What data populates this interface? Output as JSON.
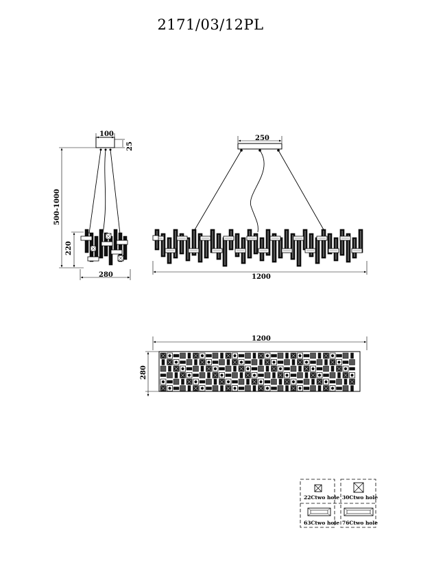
{
  "title": "2171/03/12PL",
  "side_view": {
    "canopy_width": "100",
    "canopy_height": "25",
    "drop": "500-1000",
    "body_height": "220",
    "depth": "280"
  },
  "front_view": {
    "canopy_width": "250",
    "length": "1200"
  },
  "top_view": {
    "length": "1200",
    "width": "280"
  },
  "legend": [
    {
      "label": "22Ctwo hole",
      "icon": "small-square-crystal-icon"
    },
    {
      "label": "30Ctwo hole",
      "icon": "large-square-crystal-icon"
    },
    {
      "label": "63Ctwo hole",
      "icon": "short-bar-crystal-icon"
    },
    {
      "label": "76Ctwo hole",
      "icon": "long-bar-crystal-icon"
    }
  ],
  "colors": {
    "line": "#000000",
    "background": "#ffffff"
  }
}
